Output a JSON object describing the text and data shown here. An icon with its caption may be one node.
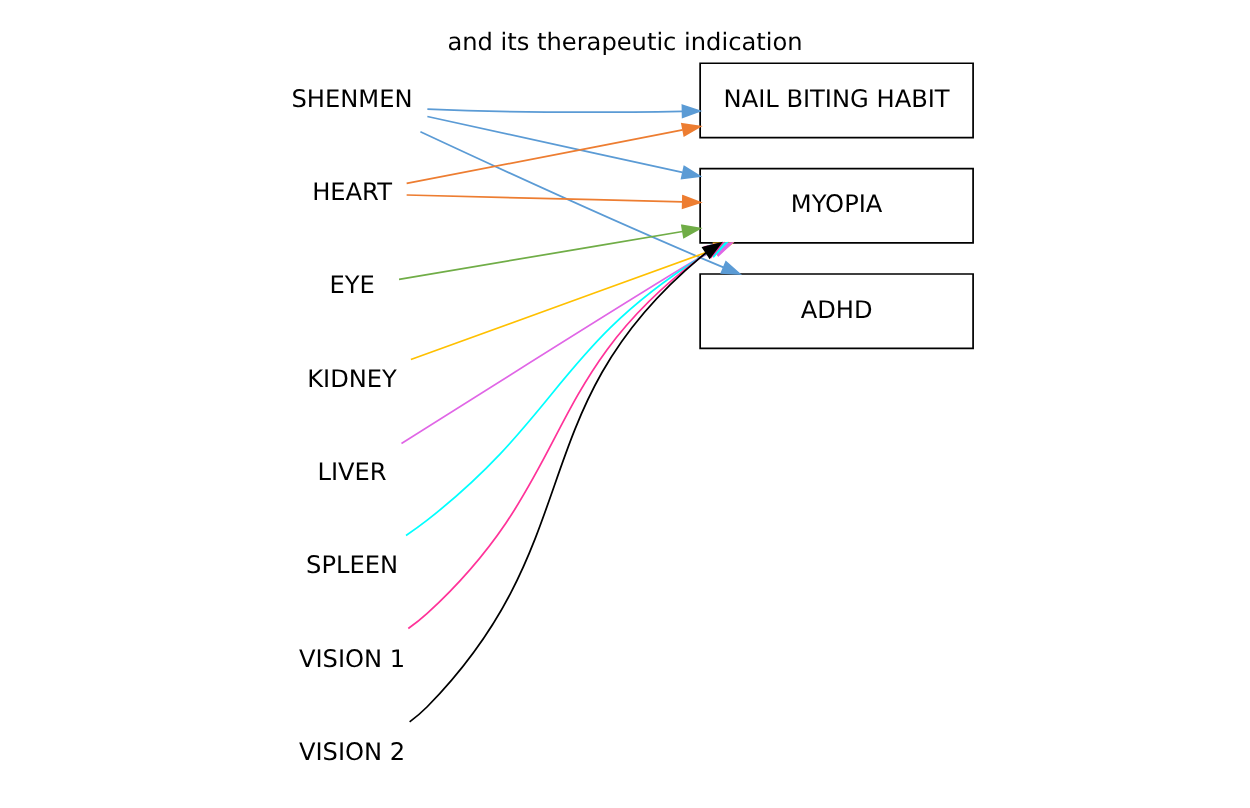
{
  "diagram": {
    "title": "and its therapeutic indication",
    "nodes": [
      {
        "text": [
          "SHENMEN"
        ]
      },
      {
        "text": [
          "HEART"
        ]
      },
      {
        "text": [
          "EYE"
        ]
      },
      {
        "text": [
          "KIDNEY"
        ]
      },
      {
        "text": [
          "LIVER"
        ]
      },
      {
        "text": [
          "SPLEEN"
        ]
      },
      {
        "text": [
          "VISION 1"
        ]
      },
      {
        "text": [
          "VISION 2"
        ]
      },
      {
        "text": [
          "NAIL BITING HABIT"
        ]
      },
      {
        "text": [
          "MYOPIA"
        ]
      },
      {
        "text": [
          "ADHD"
        ]
      }
    ],
    "edges": [
      {
        "from": 0,
        "to": 8,
        "arrow": "to",
        "color": "#5b9bd5"
      },
      {
        "from": 0,
        "to": 9,
        "arrow": "to",
        "color": "#5b9bd5"
      },
      {
        "from": 0,
        "to": 10,
        "arrow": "to",
        "color": "#5b9bd5"
      },
      {
        "from": 1,
        "to": 8,
        "arrow": "to",
        "color": "#ed7d31"
      },
      {
        "from": 1,
        "to": 9,
        "arrow": "to",
        "color": "#ed7d31"
      },
      {
        "from": 2,
        "to": 9,
        "arrow": "to",
        "color": "#70ad47"
      },
      {
        "from": 3,
        "to": 9,
        "arrow": "to",
        "color": "#ffc000"
      },
      {
        "from": 4,
        "to": 9,
        "arrow": "to",
        "color": "#e066e6"
      },
      {
        "from": 5,
        "to": 9,
        "arrow": "to",
        "color": "#00ffff"
      },
      {
        "from": 6,
        "to": 9,
        "arrow": "to",
        "color": "#ff3399"
      },
      {
        "from": 7,
        "to": 9,
        "arrow": "to",
        "color": "#000000"
      }
    ]
  }
}
